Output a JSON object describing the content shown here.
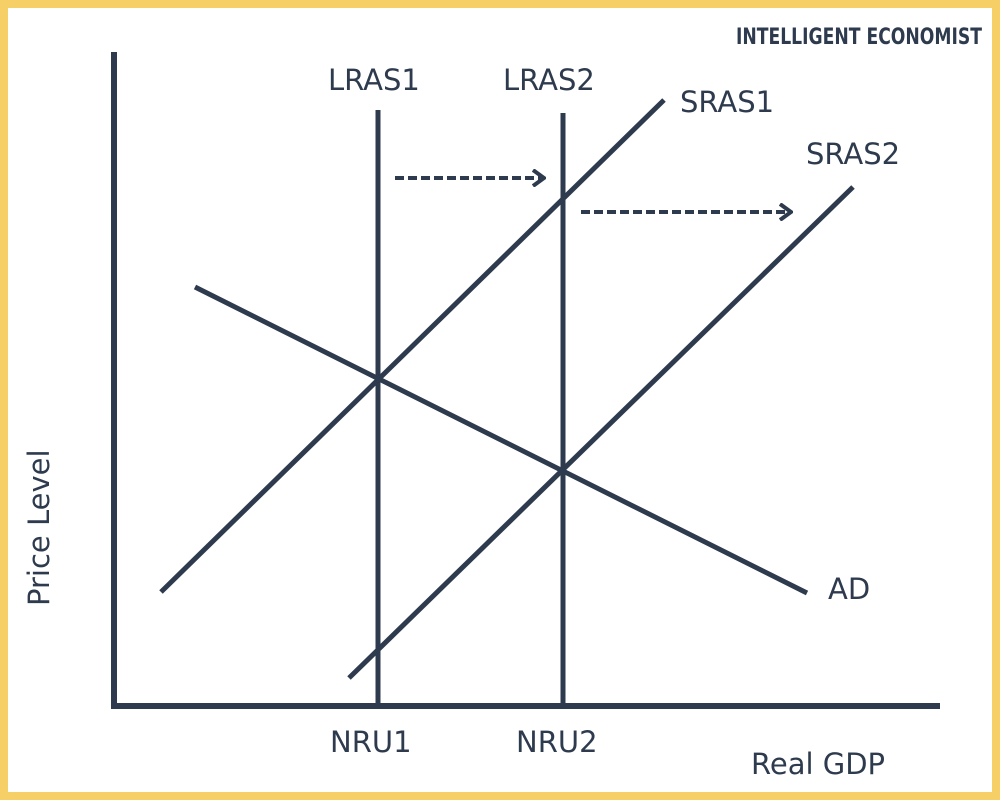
{
  "brand": "INTELLIGENT ECONOMIST",
  "axes": {
    "xlabel": "Real GDP",
    "ylabel": "Price Level"
  },
  "curves": {
    "lras1": "LRAS1",
    "lras2": "LRAS2",
    "sras1": "SRAS1",
    "sras2": "SRAS2",
    "ad": "AD"
  },
  "ticks": {
    "nru1": "NRU1",
    "nru2": "NRU2"
  },
  "colors": {
    "frame": "#f7cf67",
    "ink": "#2e3b4e"
  }
}
